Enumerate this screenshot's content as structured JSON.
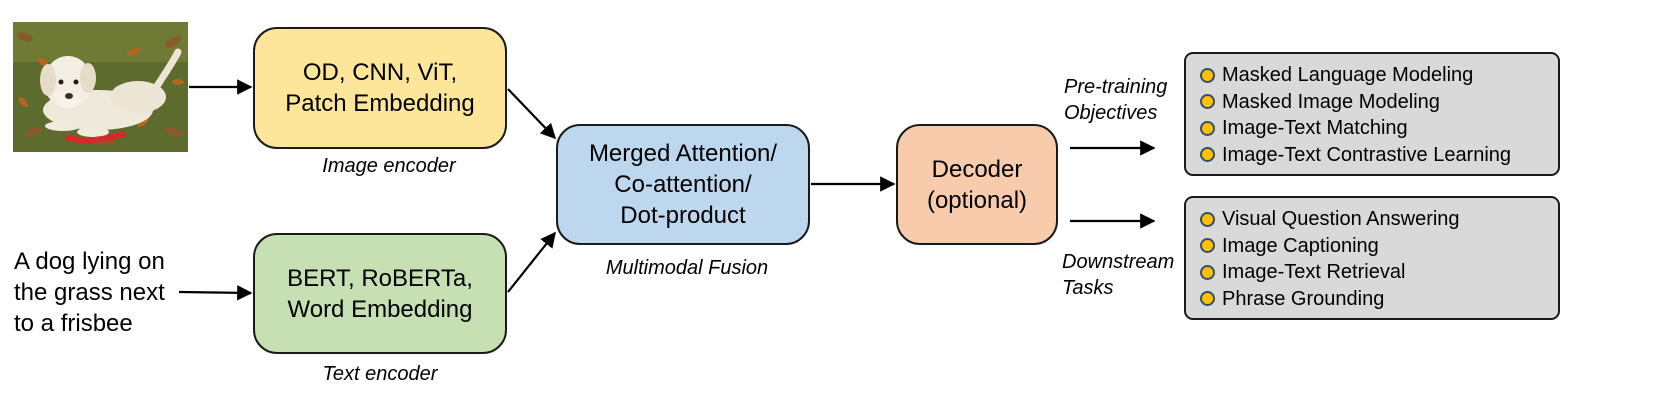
{
  "input": {
    "image_alt": "dog lying on the grass with a frisbee",
    "caption_lines": [
      "A dog lying on",
      "the grass next",
      "to a frisbee"
    ]
  },
  "image_encoder": {
    "lines": [
      "OD, CNN, ViT,",
      "Patch Embedding"
    ],
    "caption": "Image encoder"
  },
  "text_encoder": {
    "lines": [
      "BERT, RoBERTa,",
      "Word Embedding"
    ],
    "caption": "Text encoder"
  },
  "fusion": {
    "lines": [
      "Merged Attention/",
      "Co-attention/",
      "Dot-product"
    ],
    "caption": "Multimodal Fusion"
  },
  "decoder": {
    "lines": [
      "Decoder",
      "(optional)"
    ]
  },
  "pretraining": {
    "label_lines": [
      "Pre-training",
      "Objectives"
    ],
    "items": [
      "Masked Language Modeling",
      "Masked Image Modeling",
      "Image-Text Matching",
      "Image-Text Contrastive Learning"
    ]
  },
  "downstream": {
    "label_lines": [
      "Downstream",
      "Tasks"
    ],
    "items": [
      "Visual Question Answering",
      "Image Captioning",
      "Image-Text Retrieval",
      "Phrase Grounding"
    ]
  },
  "colors": {
    "image_encoder": "#fde59a",
    "text_encoder": "#c6e0b4",
    "fusion": "#bdd7ee",
    "decoder": "#f8cbad",
    "list_box": "#d9d9d9",
    "bullet": "#ffc000"
  }
}
